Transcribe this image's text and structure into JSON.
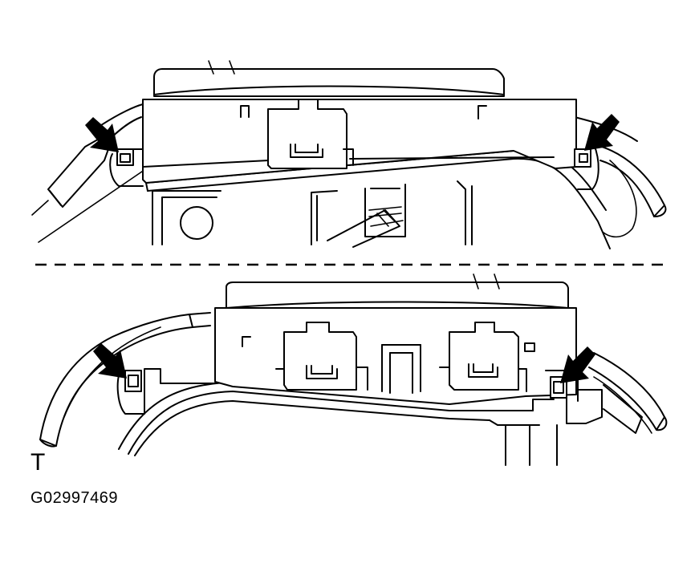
{
  "figure": {
    "corner_mark": "T",
    "figure_id": "G02997469"
  },
  "colors": {
    "line": "#000000",
    "background": "#ffffff"
  },
  "callouts": {
    "arrow_icon": "pointer-arrow",
    "count_per_view": 2
  }
}
